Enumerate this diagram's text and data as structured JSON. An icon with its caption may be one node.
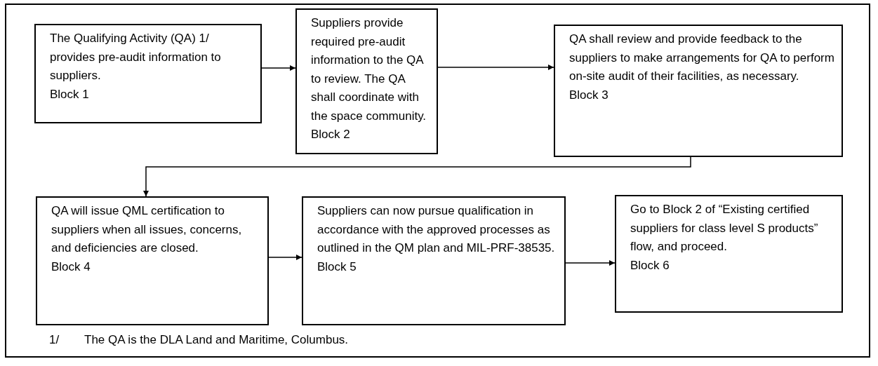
{
  "diagram": {
    "nodes": [
      {
        "text": [
          "The Qualifying Activity (QA) 1/ provides pre-audit information to suppliers.",
          "Block 1"
        ]
      },
      {
        "text": [
          "Suppliers provide required pre-audit information to the QA to review.  The QA shall coordinate with the space community.",
          "Block 2"
        ]
      },
      {
        "text": [
          "QA shall review and provide feedback to the suppliers to make arrangements for QA to perform on-site audit of their facilities, as necessary.",
          "Block 3"
        ]
      },
      {
        "text": [
          "QA will issue QML certification to suppliers when all issues, concerns, and deficiencies are closed.",
          "Block 4"
        ]
      },
      {
        "text": [
          "Suppliers can now pursue qualification in accordance with the approved processes as outlined in the QM plan and MIL-PRF-38535.",
          "Block 5"
        ]
      },
      {
        "text": [
          "Go to Block 2 of “Existing certified suppliers for class level S products” flow, and proceed.",
          "Block 6"
        ]
      }
    ],
    "edges": [
      {
        "from": 0,
        "to": 1,
        "arrow": "to"
      },
      {
        "from": 1,
        "to": 2,
        "arrow": "to"
      },
      {
        "from": 2,
        "to": 3,
        "arrow": "to"
      },
      {
        "from": 3,
        "to": 4,
        "arrow": "to"
      },
      {
        "from": 4,
        "to": 5,
        "arrow": "to"
      }
    ],
    "labels": [
      "1/",
      "The QA is the DLA Land and Maritime, Columbus."
    ]
  }
}
